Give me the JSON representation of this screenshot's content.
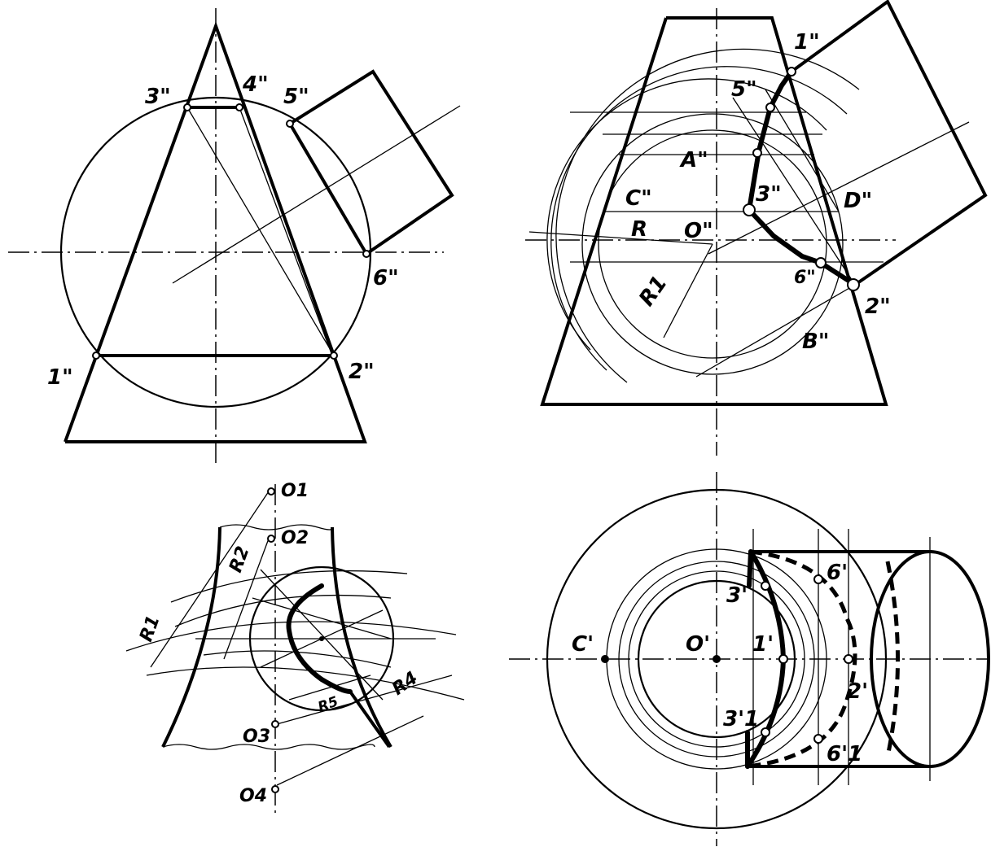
{
  "labels": {
    "tl_p1": "1\"",
    "tl_p2": "2\"",
    "tl_p3": "3\"",
    "tl_p4": "4\"",
    "tl_p5": "5\"",
    "tl_p6": "6\"",
    "tr_p1": "1\"",
    "tr_p2": "2\"",
    "tr_p3": "3\"",
    "tr_p5": "5\"",
    "tr_p6": "6\"",
    "tr_A": "A\"",
    "tr_B": "B\"",
    "tr_C": "C\"",
    "tr_D": "D\"",
    "tr_O": "O\"",
    "tr_R": "R",
    "tr_R1": "R1",
    "bl_O1": "O1",
    "bl_O2": "O2",
    "bl_O3": "O3",
    "bl_O4": "O4",
    "bl_R1": "R1",
    "bl_R2": "R2",
    "bl_R4": "R4",
    "bl_R5": "R5",
    "br_C": "C'",
    "br_O": "O'",
    "br_p1": "1'",
    "br_p2": "2'",
    "br_p3": "3'",
    "br_p3b": "3'1",
    "br_p6": "6'",
    "br_p6b": "6'1"
  },
  "colors": {
    "line": "#000000",
    "background": "#ffffff"
  }
}
